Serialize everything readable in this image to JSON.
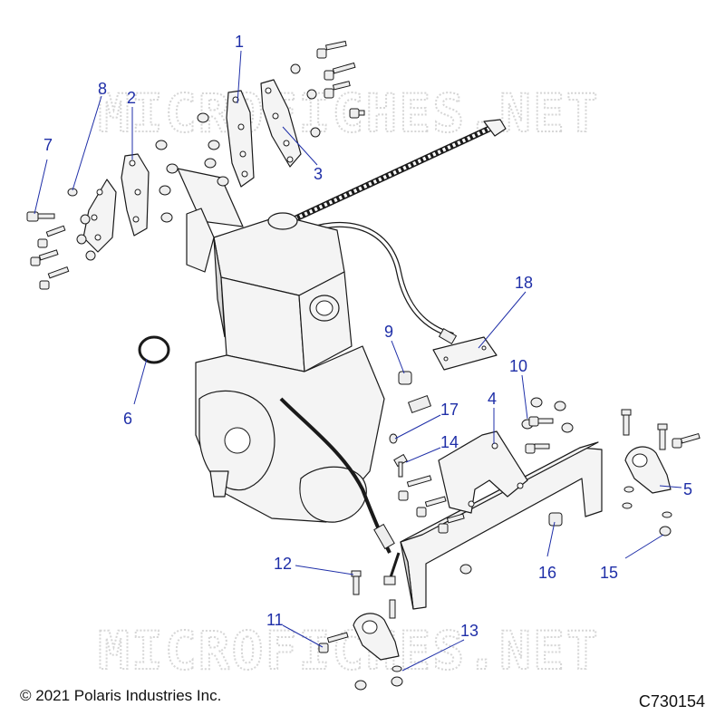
{
  "watermarks": [
    "MICROFICHES.NET",
    "MICROFICHES.NET"
  ],
  "callouts": [
    "1",
    "2",
    "3",
    "4",
    "5",
    "6",
    "7",
    "8",
    "9",
    "10",
    "11",
    "12",
    "13",
    "14",
    "15",
    "16",
    "17",
    "18"
  ],
  "footer": {
    "copyright": "© 2021 Polaris Industries Inc.",
    "drawing_id": "C730154"
  },
  "colors": {
    "callout": "#1f2fa8",
    "linework": "#1a1a1a",
    "watermark": "#d6d6d6"
  }
}
